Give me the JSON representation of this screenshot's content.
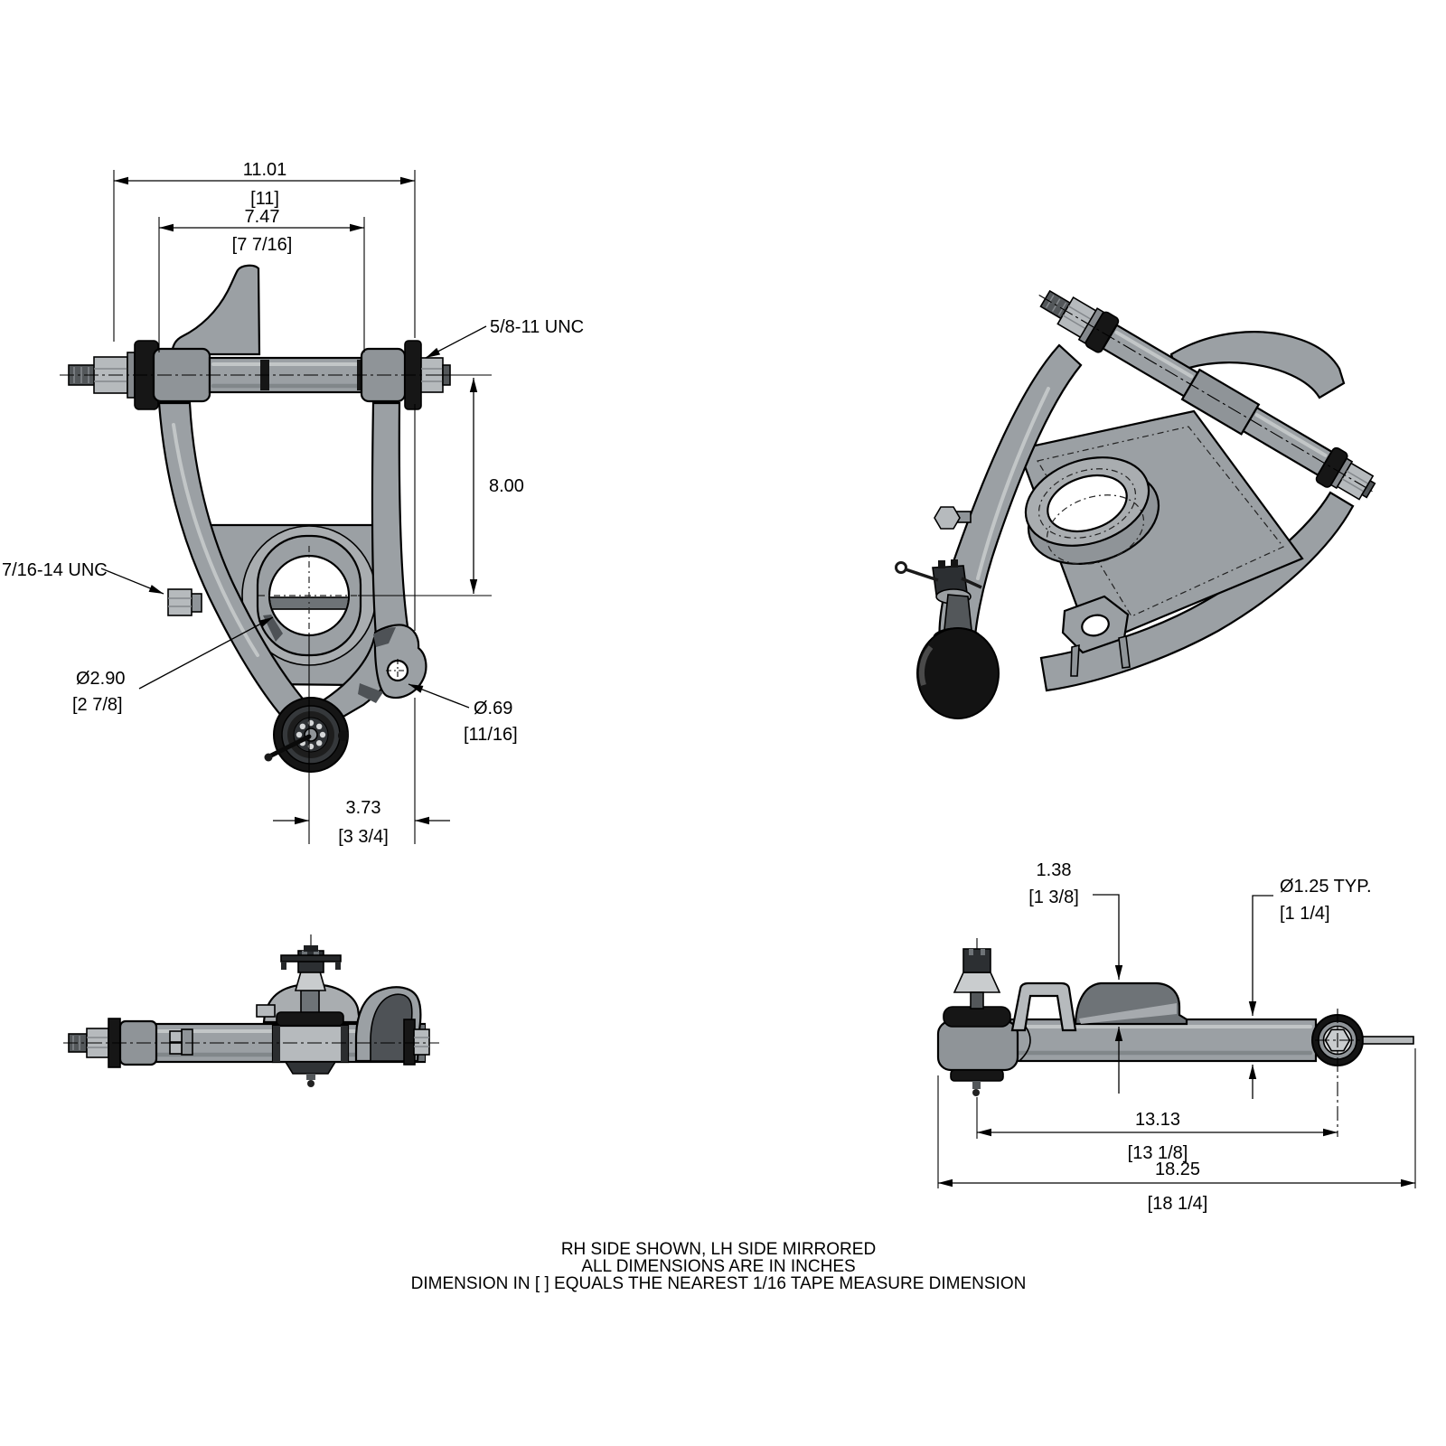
{
  "front_view": {
    "overall_width": "11.01",
    "overall_width_tape": "[11]",
    "inner_width": "7.47",
    "inner_width_tape": "[7 7/16]",
    "height": "8.00",
    "shaft_thread": "5/8-11 UNC",
    "bolt_thread": "7/16-14 UNC",
    "spring_hole_dia": "Ø2.90",
    "spring_hole_dia_tape": "[2 7/8]",
    "steering_hole_dia": "Ø.69",
    "steering_hole_dia_tape": "[11/16]",
    "balljoint_offset": "3.73",
    "balljoint_offset_tape": "[3 3/4]"
  },
  "side_view": {
    "pocket_height": "1.38",
    "pocket_height_tape": "[1 3/8]",
    "tube_dia": "Ø1.25 TYP.",
    "tube_dia_tape": "[1 1/4]",
    "pivot_span": "13.13",
    "pivot_span_tape": "[13 1/8]",
    "overall_length": "18.25",
    "overall_length_tape": "[18 1/4]"
  },
  "notes": {
    "line1": "RH SIDE SHOWN, LH SIDE MIRRORED",
    "line2": "ALL DIMENSIONS ARE IN INCHES",
    "line3": "DIMENSION IN [ ] EQUALS THE NEAREST 1/16 TAPE MEASURE DIMENSION"
  },
  "colors": {
    "body": "#9ba0a4",
    "body_light": "#b6babd",
    "body_dark": "#6e7377",
    "rubber_black": "#161616",
    "line": "#000000",
    "background": "#ffffff"
  }
}
